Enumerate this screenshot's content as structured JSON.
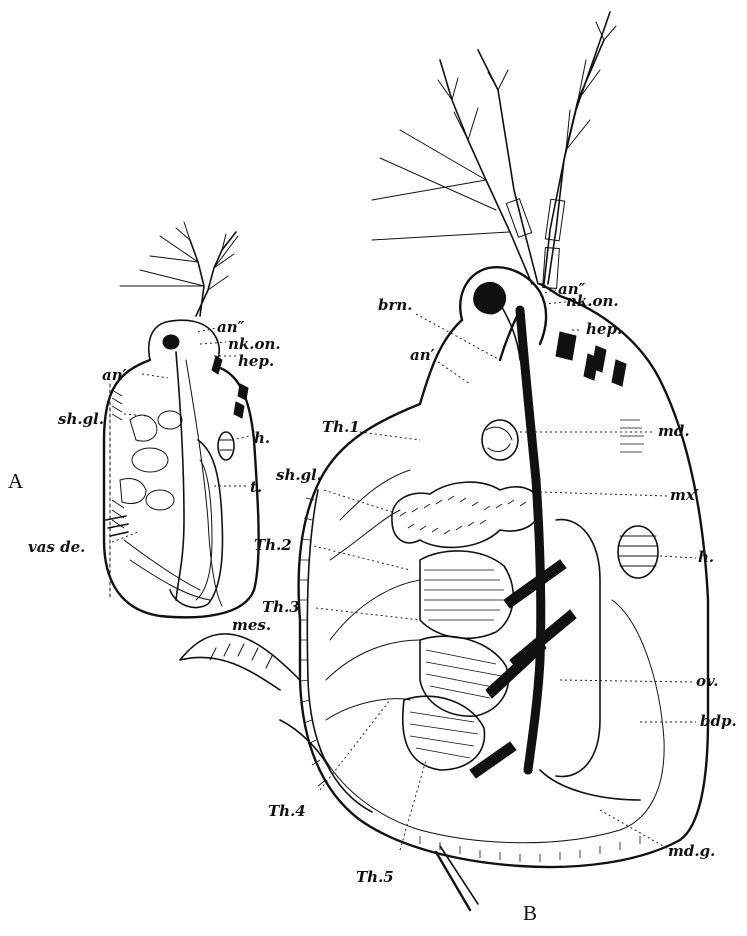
{
  "panel_a": {
    "panel_label": "A",
    "labels": [
      "an″",
      "nk.on.",
      "hep.",
      "an′",
      "sh.gl.",
      "h.",
      "t.",
      "vas de."
    ]
  },
  "panel_b": {
    "panel_label": "B",
    "labels": [
      "an″",
      "nk.on.",
      "brn.",
      "hep.",
      "an′",
      "Th.1",
      "md.",
      "sh.gl.",
      "mx′",
      "Th.2",
      "h.",
      "Th.3",
      "mes.",
      "ov.",
      "bdp.",
      "Th.4",
      "md.g.",
      "Th.5"
    ]
  }
}
